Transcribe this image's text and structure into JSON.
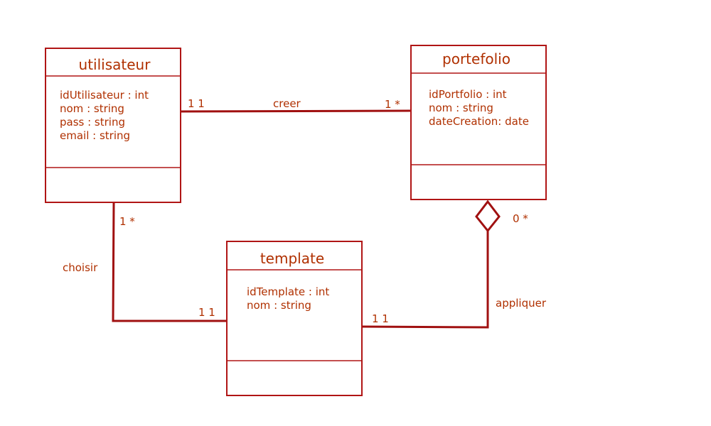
{
  "colors": {
    "stroke": "#b01515",
    "line": "#a01010",
    "text": "#b03000",
    "background": "#ffffff"
  },
  "classes": {
    "utilisateur": {
      "name": "utilisateur",
      "attributes": [
        "idUtilisateur : int",
        "nom : string",
        "pass : string",
        "email : string"
      ]
    },
    "portefolio": {
      "name": "portefolio",
      "attributes": [
        "idPortfolio : int",
        "nom : string",
        "dateCreation: date"
      ]
    },
    "template": {
      "name": "template",
      "attributes": [
        "idTemplate : int",
        "nom : string"
      ]
    }
  },
  "associations": {
    "creer": {
      "label": "creer",
      "from": "utilisateur",
      "to": "portefolio",
      "from_multiplicity": "1 1",
      "to_multiplicity": "1 *"
    },
    "choisir": {
      "label": "choisir",
      "from": "utilisateur",
      "to": "template",
      "from_multiplicity": "1 *",
      "to_multiplicity": "1 1"
    },
    "appliquer": {
      "label": "appliquer",
      "kind": "aggregation",
      "from": "template",
      "to": "portefolio",
      "from_multiplicity": "1 1",
      "to_multiplicity": "0 *"
    }
  }
}
